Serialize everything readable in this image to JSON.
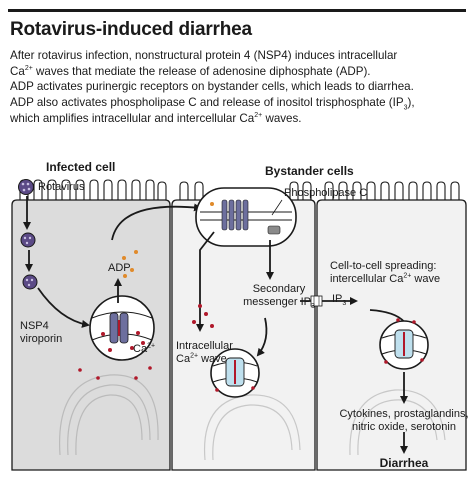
{
  "title": "Rotavirus-induced diarrhea",
  "description": {
    "line1": "After rotavirus infection, nonstructural protein 4 (NSP4) induces intracellular",
    "line2_a": "Ca",
    "line2_sup": "2+",
    "line2_b": " waves that mediate the release of adenosine diphosphate (ADP).",
    "line3": "ADP activates purinergic receptors on bystander cells, which leads to diarrhea.",
    "line4_a": "ADP also activates phospholipase C and release of inositol trisphosphate (IP",
    "line4_sub": "3",
    "line4_b": "),",
    "line5_a": "which amplifies intracellular and intercellular Ca",
    "line5_sup": "2+",
    "line5_b": " waves."
  },
  "diagram": {
    "infected_cell": "Infected cell",
    "bystander_cells": "Bystander cells",
    "rotavirus": "Rotavirus",
    "adp": "ADP",
    "nsp4_line1": "NSP4",
    "nsp4_line2": "viroporin",
    "ca_label": "Ca",
    "ca_sup": "2+",
    "phospholipase": "Phospholipase C",
    "secondary_line1": "Secondary",
    "secondary_line2_a": "messenger IP",
    "secondary_line2_sub": "3",
    "intracellular_line1": "Intracellular",
    "intracellular_line2_a": "Ca",
    "intracellular_line2_sup": "2+",
    "intracellular_line2_b": " wave",
    "spreading_line1": "Cell-to-cell spreading:",
    "spreading_line2_a": "intercellular Ca",
    "spreading_line2_sup": "2+",
    "spreading_line2_b": " wave",
    "ip3_a": "IP",
    "ip3_sub": "3",
    "cytokines_line1": "Cytokines, prostaglandins,",
    "cytokines_line2": "nitric oxide, serotonin",
    "diarrhea": "Diarrhea"
  },
  "colors": {
    "ink": "#1a1a1a",
    "cell_fill_infected": "#dcdcdc",
    "cell_fill_bystander": "#f2f2f2",
    "red_ca": "#b0182a",
    "adp_orange": "#e08a2a",
    "virus_purple": "#5b4a86",
    "receptor_purple": "#6d6f9e",
    "receptor_blue": "#bfe0ee"
  }
}
